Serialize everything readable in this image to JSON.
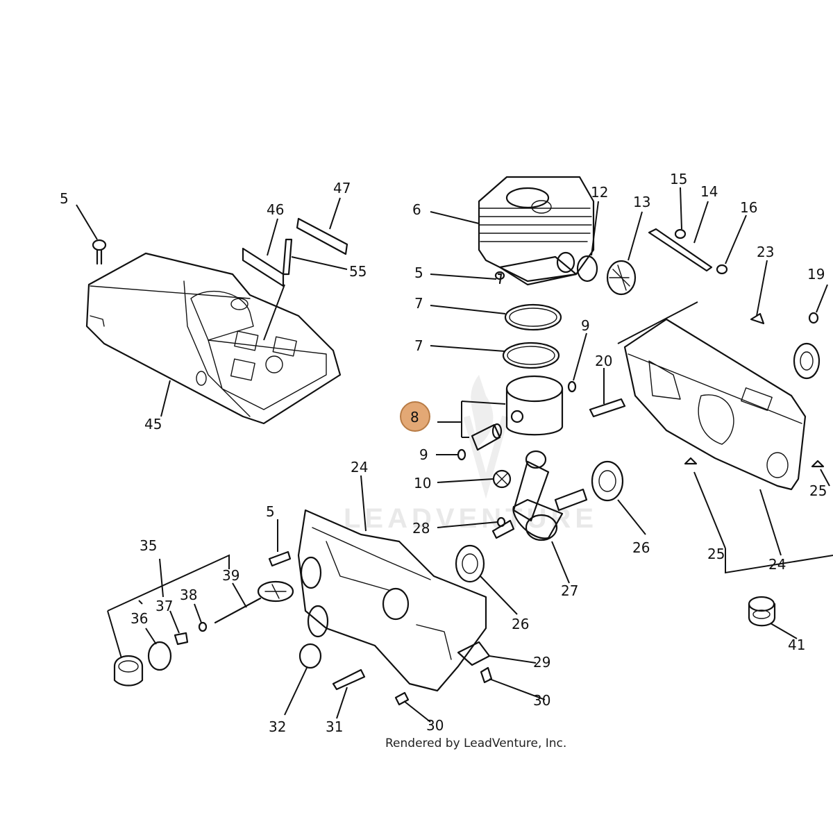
{
  "highlight_color": "#e3a875",
  "highlighted_part": "8",
  "watermark": "LEADVENTURE",
  "credit": "Rendered by LeadVenture, Inc.",
  "callouts": {
    "c5a": "5",
    "c47": "47",
    "c46": "46",
    "c55": "55",
    "c45": "45",
    "c6": "6",
    "c12": "12",
    "c13": "13",
    "c15": "15",
    "c14": "14",
    "c16": "16",
    "c23": "23",
    "c19": "19",
    "c5b": "5",
    "c7a": "7",
    "c7b": "7",
    "c9a": "9",
    "c20": "20",
    "c8": "8",
    "c9b": "9",
    "c10": "10",
    "c24a": "24",
    "c25a": "25",
    "c5c": "5",
    "c28": "28",
    "c26a": "26",
    "c25b": "25",
    "c24b": "24",
    "c35": "35",
    "c39": "39",
    "c37": "37",
    "c38": "38",
    "c36": "36",
    "c27": "27",
    "c26b": "26",
    "c41": "41",
    "c29": "29",
    "c30a": "30",
    "c30b": "30",
    "c32": "32",
    "c31": "31"
  }
}
